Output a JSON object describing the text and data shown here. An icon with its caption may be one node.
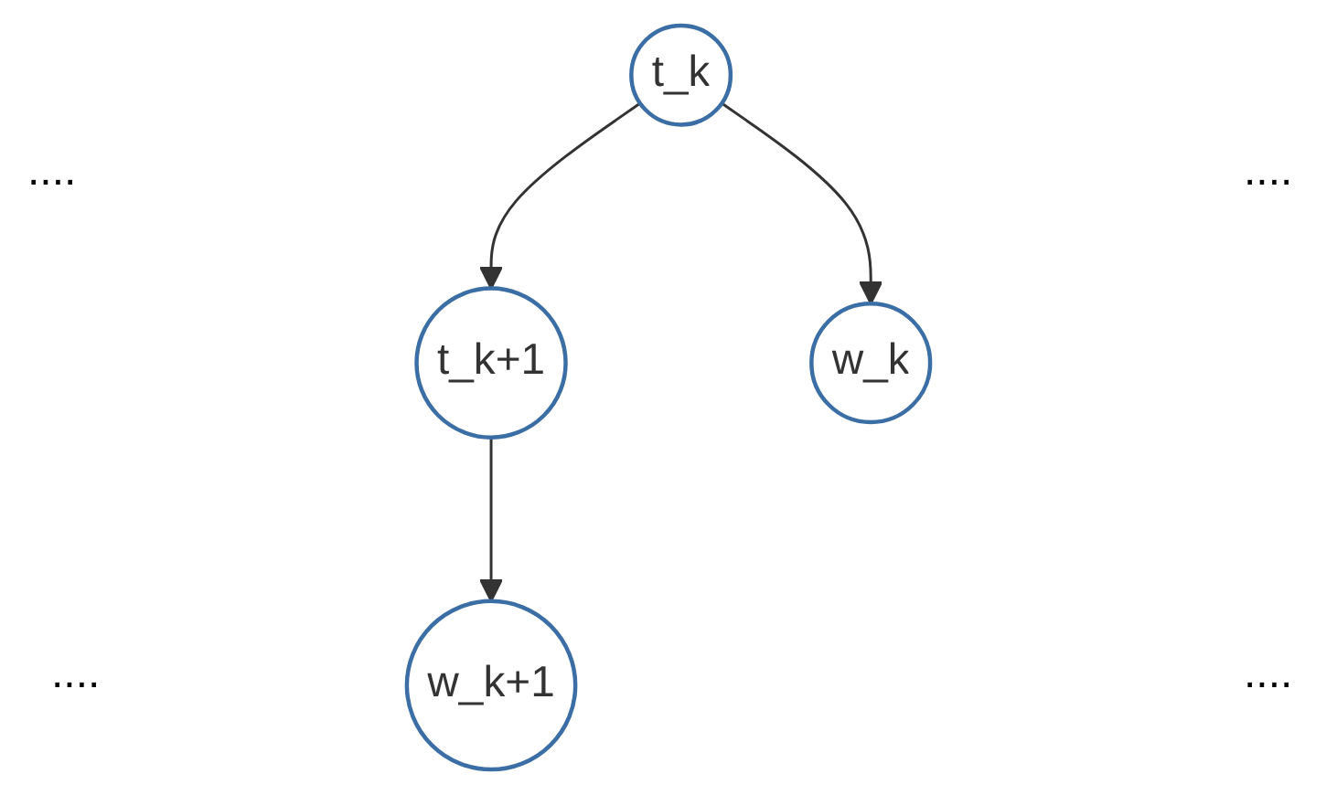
{
  "diagram": {
    "nodes": [
      {
        "text": [
          "t_k"
        ]
      },
      {
        "text": [
          "t_k+1"
        ]
      },
      {
        "text": [
          "w_k"
        ]
      },
      {
        "text": [
          "w_k+1"
        ]
      }
    ],
    "edges": [
      {
        "from": 0,
        "to": 1,
        "arrow": "to"
      },
      {
        "from": 0,
        "to": 2,
        "arrow": "to"
      },
      {
        "from": 1,
        "to": 3,
        "arrow": "to"
      }
    ],
    "labels": [
      "....",
      "....",
      "....",
      "...."
    ]
  }
}
